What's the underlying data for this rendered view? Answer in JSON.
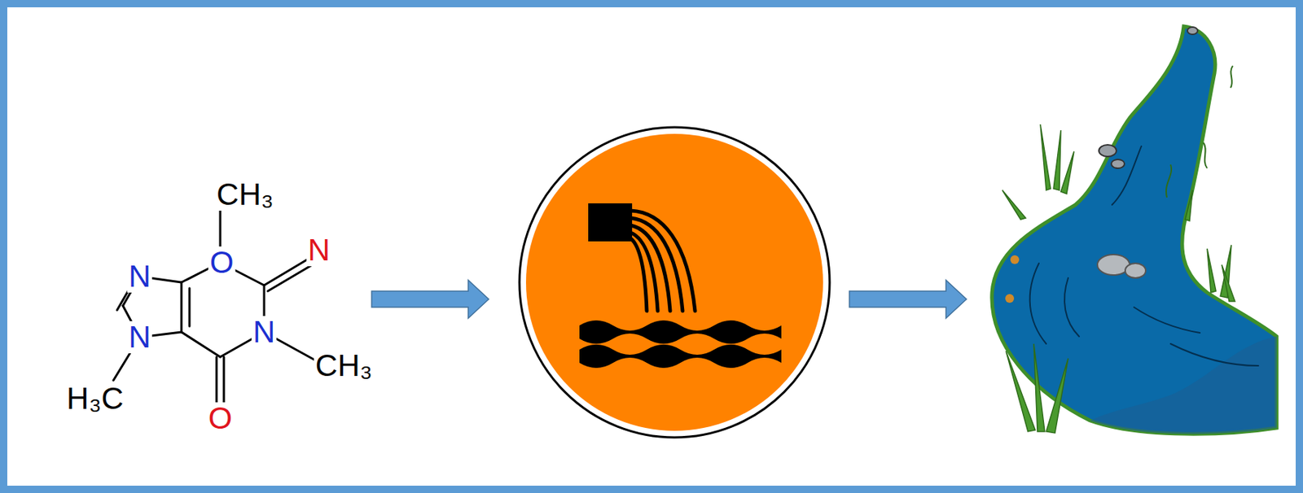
{
  "diagram": {
    "labels": [
      "CH₃",
      "N",
      "O",
      "N",
      "N",
      "CH₃",
      "N",
      "H₃C",
      "O"
    ]
  }
}
